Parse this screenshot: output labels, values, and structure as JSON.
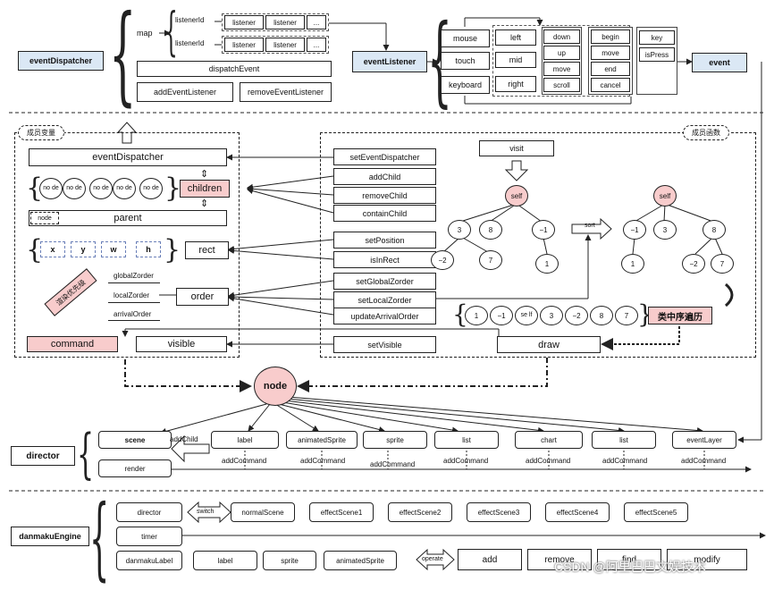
{
  "top": {
    "event_dispatcher": "eventDispatcher",
    "map": "map",
    "listener_id": "listenerId",
    "listener": "listener",
    "ellipsis": "...",
    "dispatch_event": "dispatchEvent",
    "add_event_listener": "addEventListener",
    "remove_event_listener": "removeEventListener",
    "event_listener": "eventListener",
    "sources": [
      "mouse",
      "touch",
      "keyboard"
    ],
    "buttons": [
      "left",
      "mid",
      "right"
    ],
    "actions1": [
      "down",
      "up",
      "move",
      "scroll"
    ],
    "actions2": [
      "begin",
      "move",
      "end",
      "cancel"
    ],
    "keys": [
      "key",
      "isPress"
    ],
    "event": "event"
  },
  "members": {
    "tag": "成员变量",
    "event_dispatcher": "eventDispatcher",
    "node_label": "node",
    "no_de": "no de",
    "children": "children",
    "node_tag": "node",
    "parent": "parent",
    "rect_items": [
      "x",
      "y",
      "w",
      "h"
    ],
    "rect": "rect",
    "zorders": [
      "globalZorder",
      "localZorder",
      "arrivalOrder"
    ],
    "order": "order",
    "priority": "渲染优先级",
    "command": "command",
    "visible": "visible"
  },
  "functions": {
    "tag": "成员函数",
    "list": [
      "setEventDispatcher",
      "addChild",
      "removeChild",
      "containChild",
      "setPosition",
      "isInRect",
      "setGlobalZorder",
      "setLocalZorder",
      "updateArrivalOrder",
      "setVisible"
    ],
    "visit": "visit",
    "self": "self",
    "tree1": [
      "3",
      "8",
      "−1",
      "−2",
      "7",
      "1"
    ],
    "tree2": [
      "−1",
      "3",
      "8",
      "1",
      "−2",
      "7"
    ],
    "sort": "sort",
    "sequence": [
      "1",
      "−1",
      "se lf",
      "3",
      "−2",
      "8",
      "7"
    ],
    "inorder": "类中序遍历",
    "draw": "draw"
  },
  "node": "node",
  "director": {
    "label": "director",
    "scene": "scene",
    "add_child": "addChild",
    "render": "render",
    "items": [
      "label",
      "animatedSprite",
      "sprite",
      "list",
      "chart",
      "list",
      "eventLayer"
    ],
    "add_command": "addCommand"
  },
  "engine": {
    "label": "danmakuEngine",
    "director": "director",
    "switch": "switch",
    "scenes": [
      "normalScene",
      "effectScene1",
      "effectScene2",
      "effectScene3",
      "effectScene4",
      "effectScene5"
    ],
    "timer": "timer",
    "danmaku_label": "danmakuLabel",
    "labels": [
      "label",
      "sprite",
      "animatedSprite"
    ],
    "operate": "operate",
    "ops": [
      "add",
      "remove",
      "find",
      "modify"
    ]
  },
  "watermark": "CSDN @阿里巴巴文娱技术"
}
